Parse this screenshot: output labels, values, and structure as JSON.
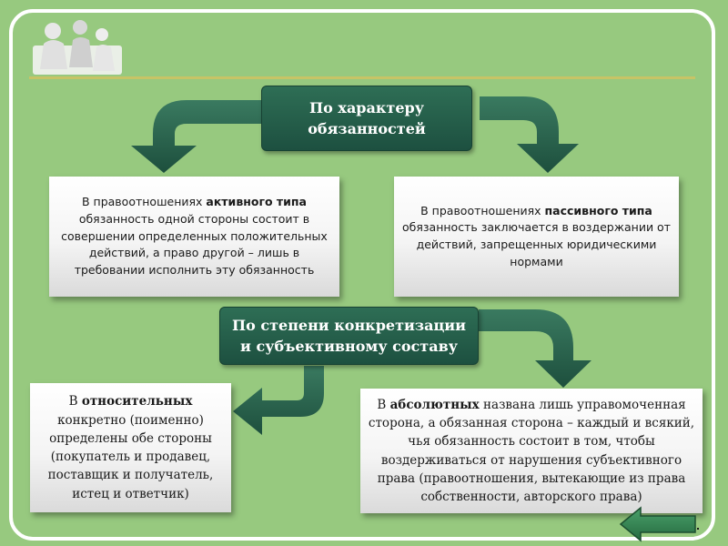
{
  "diagram": {
    "header1": {
      "line1": "По характеру",
      "line2": "обязанностей"
    },
    "header2": {
      "line1": "По степени конкретизации",
      "line2": "и субъективному составу"
    },
    "active": {
      "pre": "В правоотношениях ",
      "bold": "активного типа",
      "post": " обязанность одной стороны состоит в совершении определенных положительных действий, а право другой – лишь в требовании исполнить эту обязанность"
    },
    "passive": {
      "pre": "В правоотношениях ",
      "bold": "пассивного типа",
      "post": " обязанность заключается в воздержании от действий, запрещенных юридическими нормами"
    },
    "relative": {
      "pre": "В ",
      "bold": "относительных",
      "post": " конкретно (поименно) определены обе стороны (покупатель и продавец, поставщик и получатель, истец и ответчик)"
    },
    "absolute": {
      "pre": "В ",
      "bold": "абсолютных",
      "post": " названа лишь управомоченная сторона, а обязанная сторона – каждый и всякий, чья обязанность состоит в том, чтобы воздерживаться от нарушения субъективного права (правоотношения, вытекающие из права собственности, авторского права)"
    }
  },
  "colors": {
    "background": "#97c97f",
    "frame": "#ffffff",
    "header_fill": "#2e6e55",
    "arrow": "#2b6450",
    "accent_rule": "#c7c466",
    "back_arrow": "#2e7a4c"
  },
  "icons": {
    "logo": "people-silhouette-logo",
    "navigation": "back-arrow-icon"
  }
}
